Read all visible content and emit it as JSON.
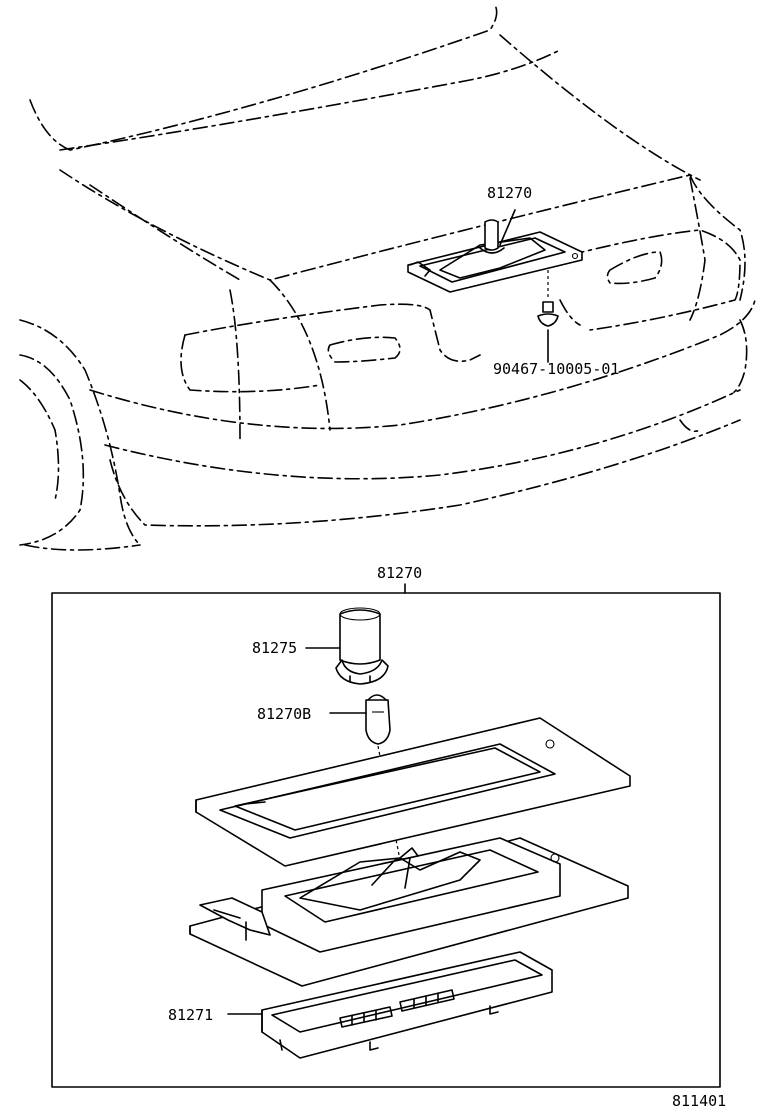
{
  "diagram": {
    "top_view": {
      "part_assembly_label": "81270",
      "bolt_label": "90467-10005-01"
    },
    "detail_view": {
      "box_label": "81270",
      "socket_label": "81275",
      "bulb_label": "81270B",
      "lens_label": "81271"
    },
    "figure_number": "811401"
  }
}
